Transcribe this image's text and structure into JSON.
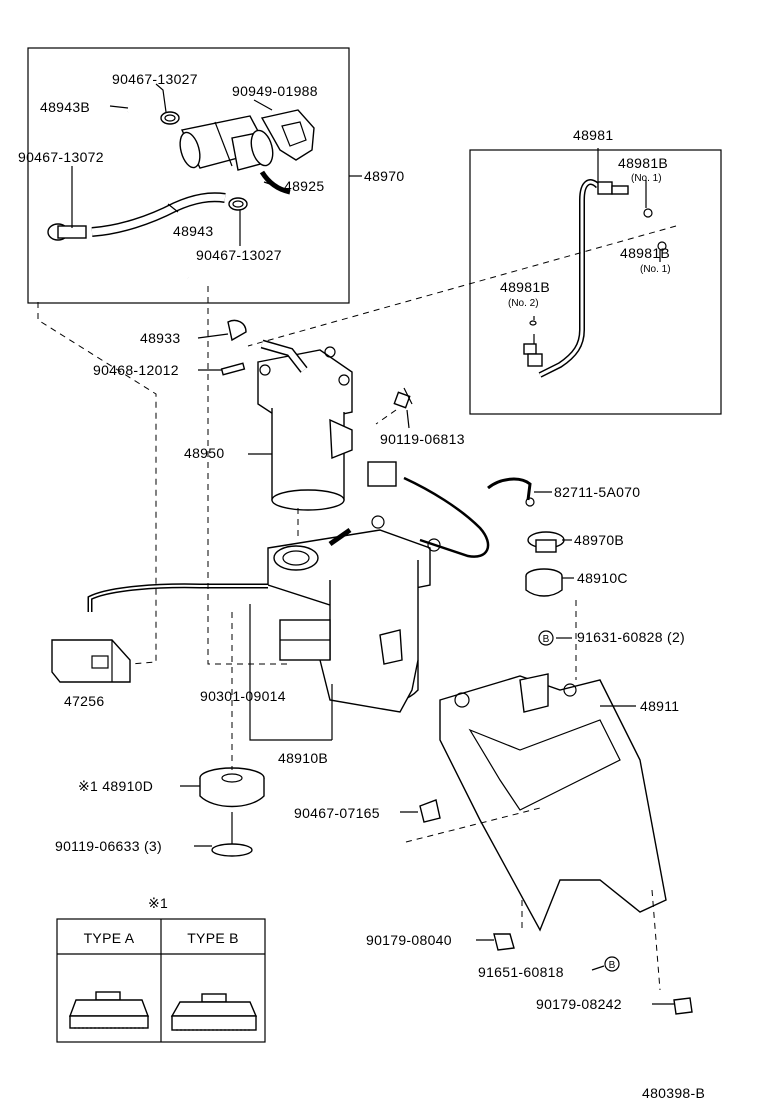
{
  "diagram_id": "480398-B",
  "labels": {
    "p90467_13027_a": "90467-13027",
    "p90949_01988": "90949-01988",
    "p48943B": "48943B",
    "p90467_13072": "90467-13072",
    "p48925": "48925",
    "p48970": "48970",
    "p48943": "48943",
    "p90467_13027_b": "90467-13027",
    "p48981": "48981",
    "p48981B_1": "48981B",
    "p48981B_1_note": "(No. 1)",
    "p48981B_2": "48981B",
    "p48981B_2_note": "(No. 1)",
    "p48981B_3": "48981B",
    "p48981B_3_note": "(No. 2)",
    "p48933": "48933",
    "p90468_12012": "90468-12012",
    "p90119_06813": "90119-06813",
    "p48950": "48950",
    "p82711_5A070": "82711-5A070",
    "p48970B": "48970B",
    "p48910C": "48910C",
    "p91631_60828": "91631-60828 (2)",
    "p48911": "48911",
    "p47256": "47256",
    "p90301_09014": "90301-09014",
    "p48910B": "48910B",
    "p48910D": "※1 48910D",
    "p90467_07165": "90467-07165",
    "p90119_06633": "90119-06633 (3)",
    "p90179_08040": "90179-08040",
    "p91651_60818": "91651-60818",
    "p90179_08242": "90179-08242",
    "b_marker": "B",
    "footnote_marker": "※1",
    "type_a": "TYPE A",
    "type_b": "TYPE B"
  }
}
